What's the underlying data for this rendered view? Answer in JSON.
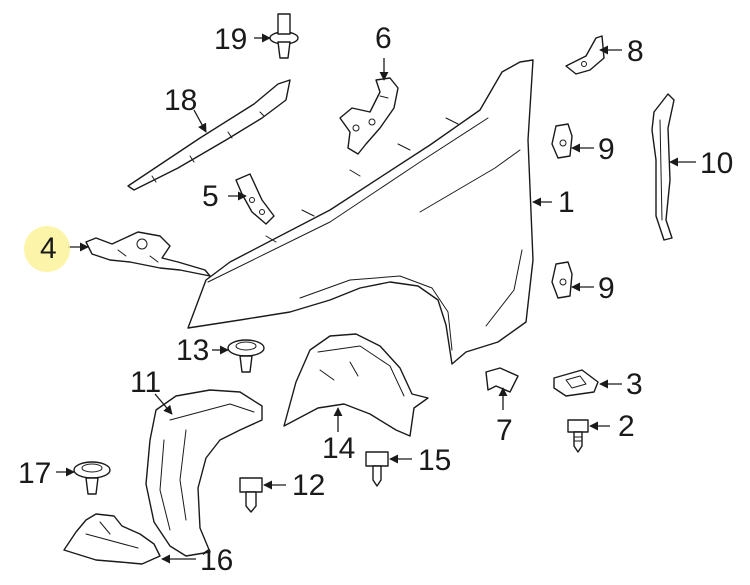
{
  "callouts": {
    "c1": "1",
    "c2": "2",
    "c3": "3",
    "c4": "4",
    "c5": "5",
    "c6": "6",
    "c7": "7",
    "c8": "8",
    "c9a": "9",
    "c9b": "9",
    "c10": "10",
    "c11": "11",
    "c12": "12",
    "c13": "13",
    "c14": "14",
    "c15": "15",
    "c16": "16",
    "c17": "17",
    "c18": "18",
    "c19": "19"
  },
  "highlight": {
    "callout": "4",
    "color": "#fbf39a"
  }
}
